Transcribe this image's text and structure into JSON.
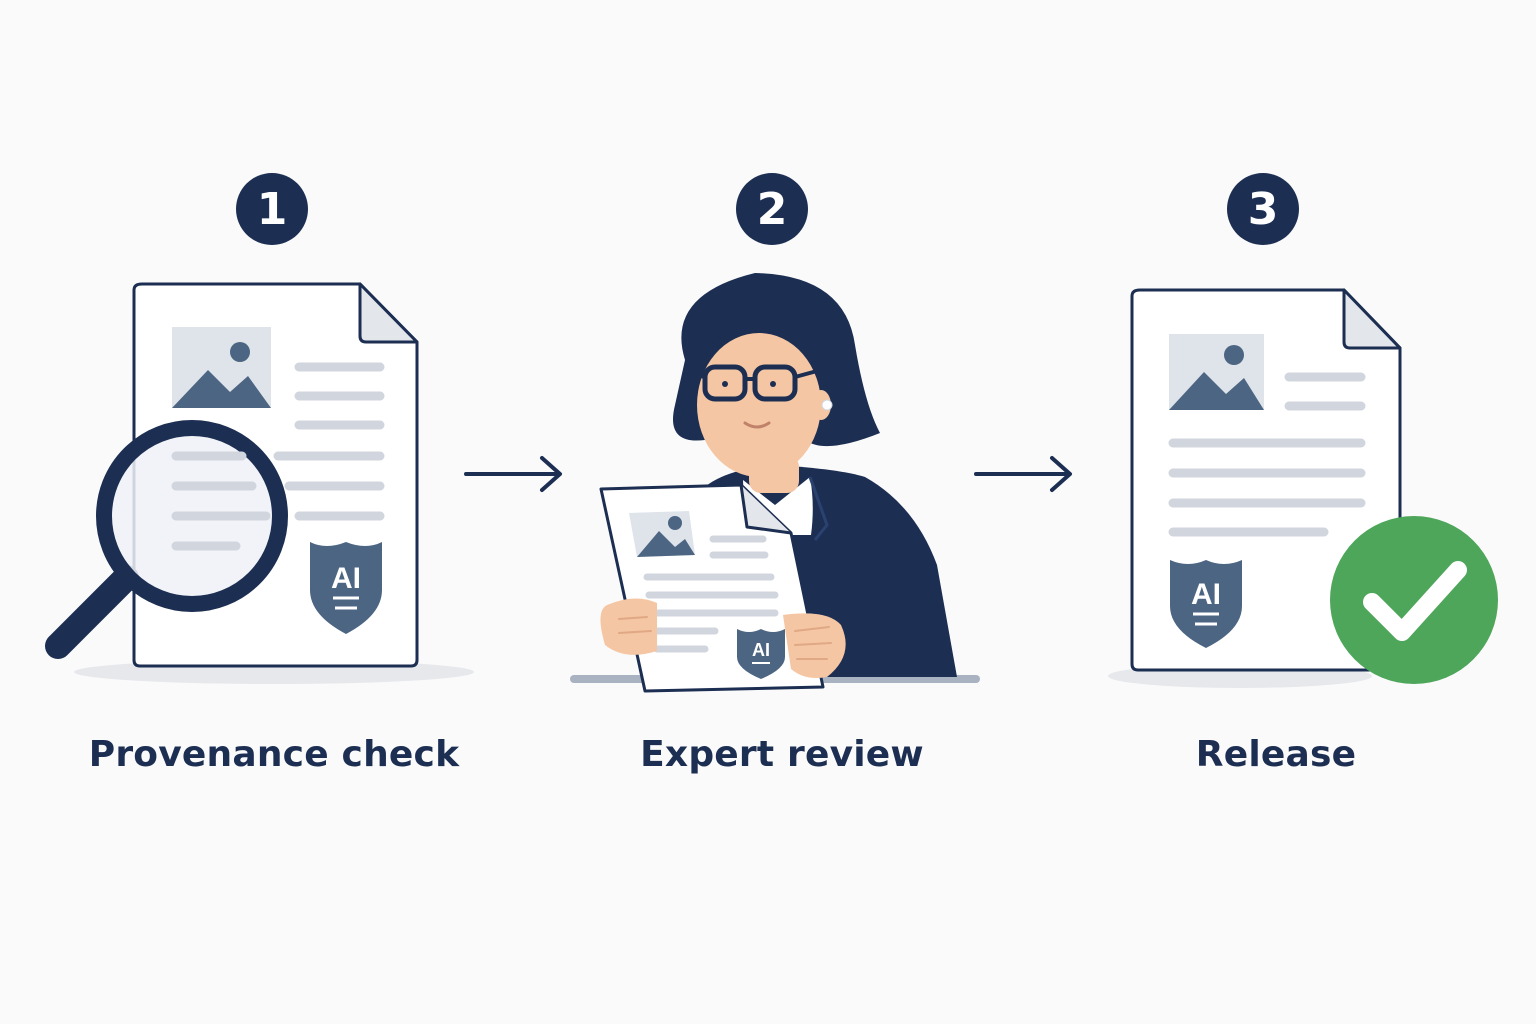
{
  "colors": {
    "background": "#fafafa",
    "navy": "#1c2e52",
    "slate": "#4c6583",
    "line_gray": "#d1d6de",
    "image_bg": "#dfe3ea",
    "success_green": "#4ea65a",
    "skin": "#f5c6a3"
  },
  "steps": [
    {
      "number": "1",
      "label": "Provenance check",
      "icon": "magnifier-document-icon"
    },
    {
      "number": "2",
      "label": "Expert review",
      "icon": "reviewer-with-document-icon"
    },
    {
      "number": "3",
      "label": "Release",
      "icon": "approved-document-icon"
    }
  ],
  "badges": {
    "ai_text": "AI"
  },
  "arrows": [
    "arrow-right-icon",
    "arrow-right-icon"
  ]
}
